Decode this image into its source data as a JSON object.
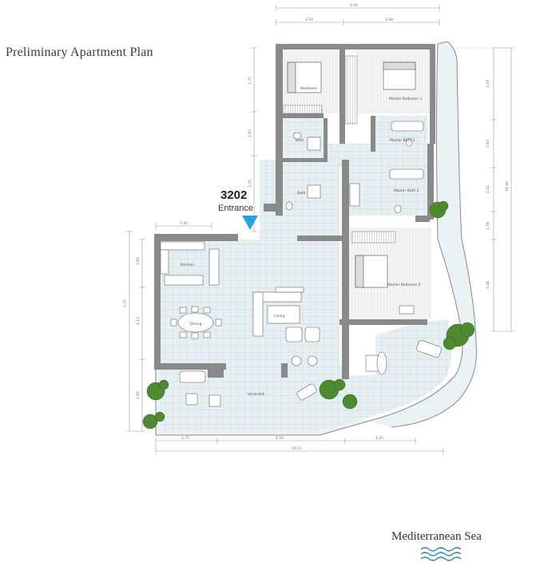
{
  "title": "Preliminary Apartment Plan",
  "unit_number": "3202",
  "entrance_label": "Entrance",
  "sea_label": "Mediterranean Sea",
  "rooms": {
    "master_bedroom_1": "Master Bedroom 1",
    "master_bath_1": "Master Bath 1",
    "master_bath_2": "Master Bath 2",
    "master_bedroom_2": "Master Bedroom 2",
    "bedroom": "Bedroom",
    "bath_1": "Bath",
    "bath_2": "Bath",
    "kitchen": "Kitchen",
    "dining": "Dining",
    "living": "Living",
    "verandah": "Verandah"
  },
  "dimensions": {
    "top_total": "9.04",
    "top_left": "3.10",
    "top_right": "3.98",
    "bottom_total": "16.11",
    "bottom_1": "3.75",
    "bottom_2": "6.50",
    "bottom_3": "4.25",
    "kitchen_width": "3.40",
    "right_total": "16.46",
    "right_1": "3.18",
    "right_2": "2.63",
    "right_3": "2.51",
    "right_4": "1.58",
    "right_5": "3.48",
    "left_1": "2.85",
    "left_2": "5.70",
    "left_3": "4.12",
    "left_4": "2.85",
    "mid_1": "2.70",
    "mid_2": "1.85",
    "mid_3": "2.45"
  },
  "colors": {
    "wall": "#8a8a8a",
    "floor_tile": "#e4eef1",
    "grid": "#b5c9cf",
    "entrance_arrow": "#29a3e0",
    "foliage": "#4f8a32",
    "sea_waves": "#2f86c8"
  }
}
